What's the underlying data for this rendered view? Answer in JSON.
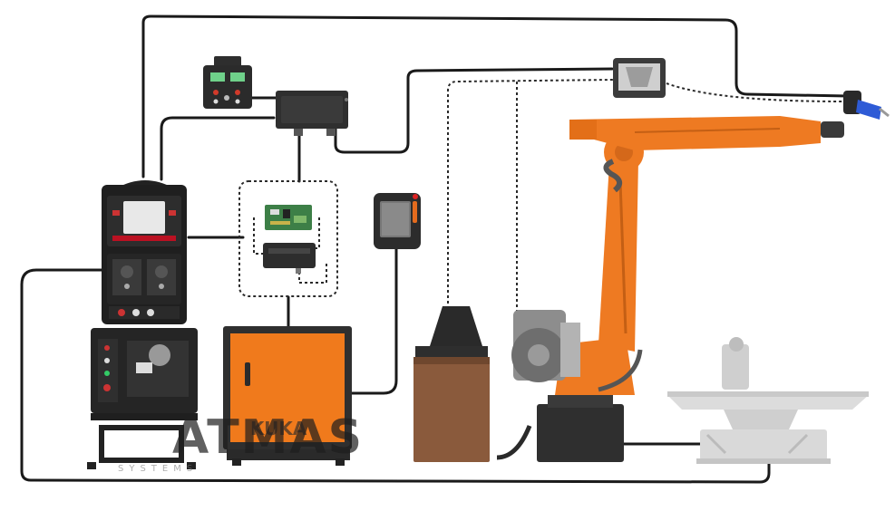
{
  "diagram": {
    "controller_brand": "KUKA",
    "watermark": "ATMAS",
    "watermark_sub": "SYSTEMS",
    "colors": {
      "kuka_orange": "#f07a1c",
      "robot_orange": "#ee7a22",
      "dark_unit": "#2b2b2b",
      "cable": "#1a1a1a",
      "drum_brown": "#8a5a3c",
      "positioner_gray": "#d9d9d9"
    },
    "components": [
      {
        "id": "remote-control",
        "icon": "remote-control-icon"
      },
      {
        "id": "interface-box",
        "icon": "junction-box-icon"
      },
      {
        "id": "interface-boards",
        "icon": "circuit-board-icon"
      },
      {
        "id": "teach-pendant",
        "icon": "teach-pendant-icon"
      },
      {
        "id": "welding-power-source",
        "icon": "welder-icon"
      },
      {
        "id": "robot-controller",
        "icon": "controller-cabinet-icon"
      },
      {
        "id": "wire-drum",
        "icon": "wire-drum-icon"
      },
      {
        "id": "wire-feeder",
        "icon": "wire-feeder-icon"
      },
      {
        "id": "industrial-robot",
        "icon": "robot-arm-icon"
      },
      {
        "id": "welding-torch",
        "icon": "welding-torch-icon"
      },
      {
        "id": "positioner",
        "icon": "turntable-icon"
      }
    ]
  }
}
